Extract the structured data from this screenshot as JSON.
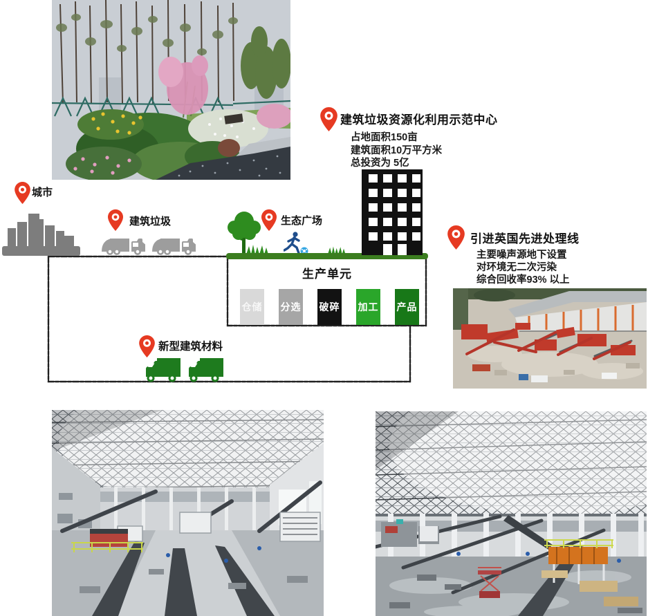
{
  "labels": {
    "city": "城市",
    "construction_waste": "建筑垃圾",
    "eco_plaza": "生态广场",
    "new_materials": "新型建筑材料"
  },
  "center": {
    "title": "建筑垃圾资源化利用示范中心",
    "details": [
      "占地面积150亩",
      "建筑面积10万平方米",
      "总投资为 5亿"
    ]
  },
  "uk_line": {
    "title": "引进英国先进处理线",
    "details": [
      "主要噪声源地下设置",
      "对环境无二次污染",
      "综合回收率93% 以上"
    ]
  },
  "production_unit": {
    "title": "生产单元",
    "stages": [
      {
        "label": "仓储",
        "color": "#d9d9d9"
      },
      {
        "label": "分选",
        "color": "#a6a6a6"
      },
      {
        "label": "破碎",
        "color": "#121212"
      },
      {
        "label": "加工",
        "color": "#2aa62a"
      },
      {
        "label": "产品",
        "color": "#187818"
      }
    ]
  },
  "colors": {
    "pin_red": "#e63a22",
    "ground_green": "#3b7d1f",
    "tree_green": "#2e8c1f",
    "truck_green": "#1e7b1e",
    "city_gray": "#7d7d7d",
    "garbage_truck_gray": "#9d9d9d",
    "runner_blue": "#1f4e8c"
  }
}
